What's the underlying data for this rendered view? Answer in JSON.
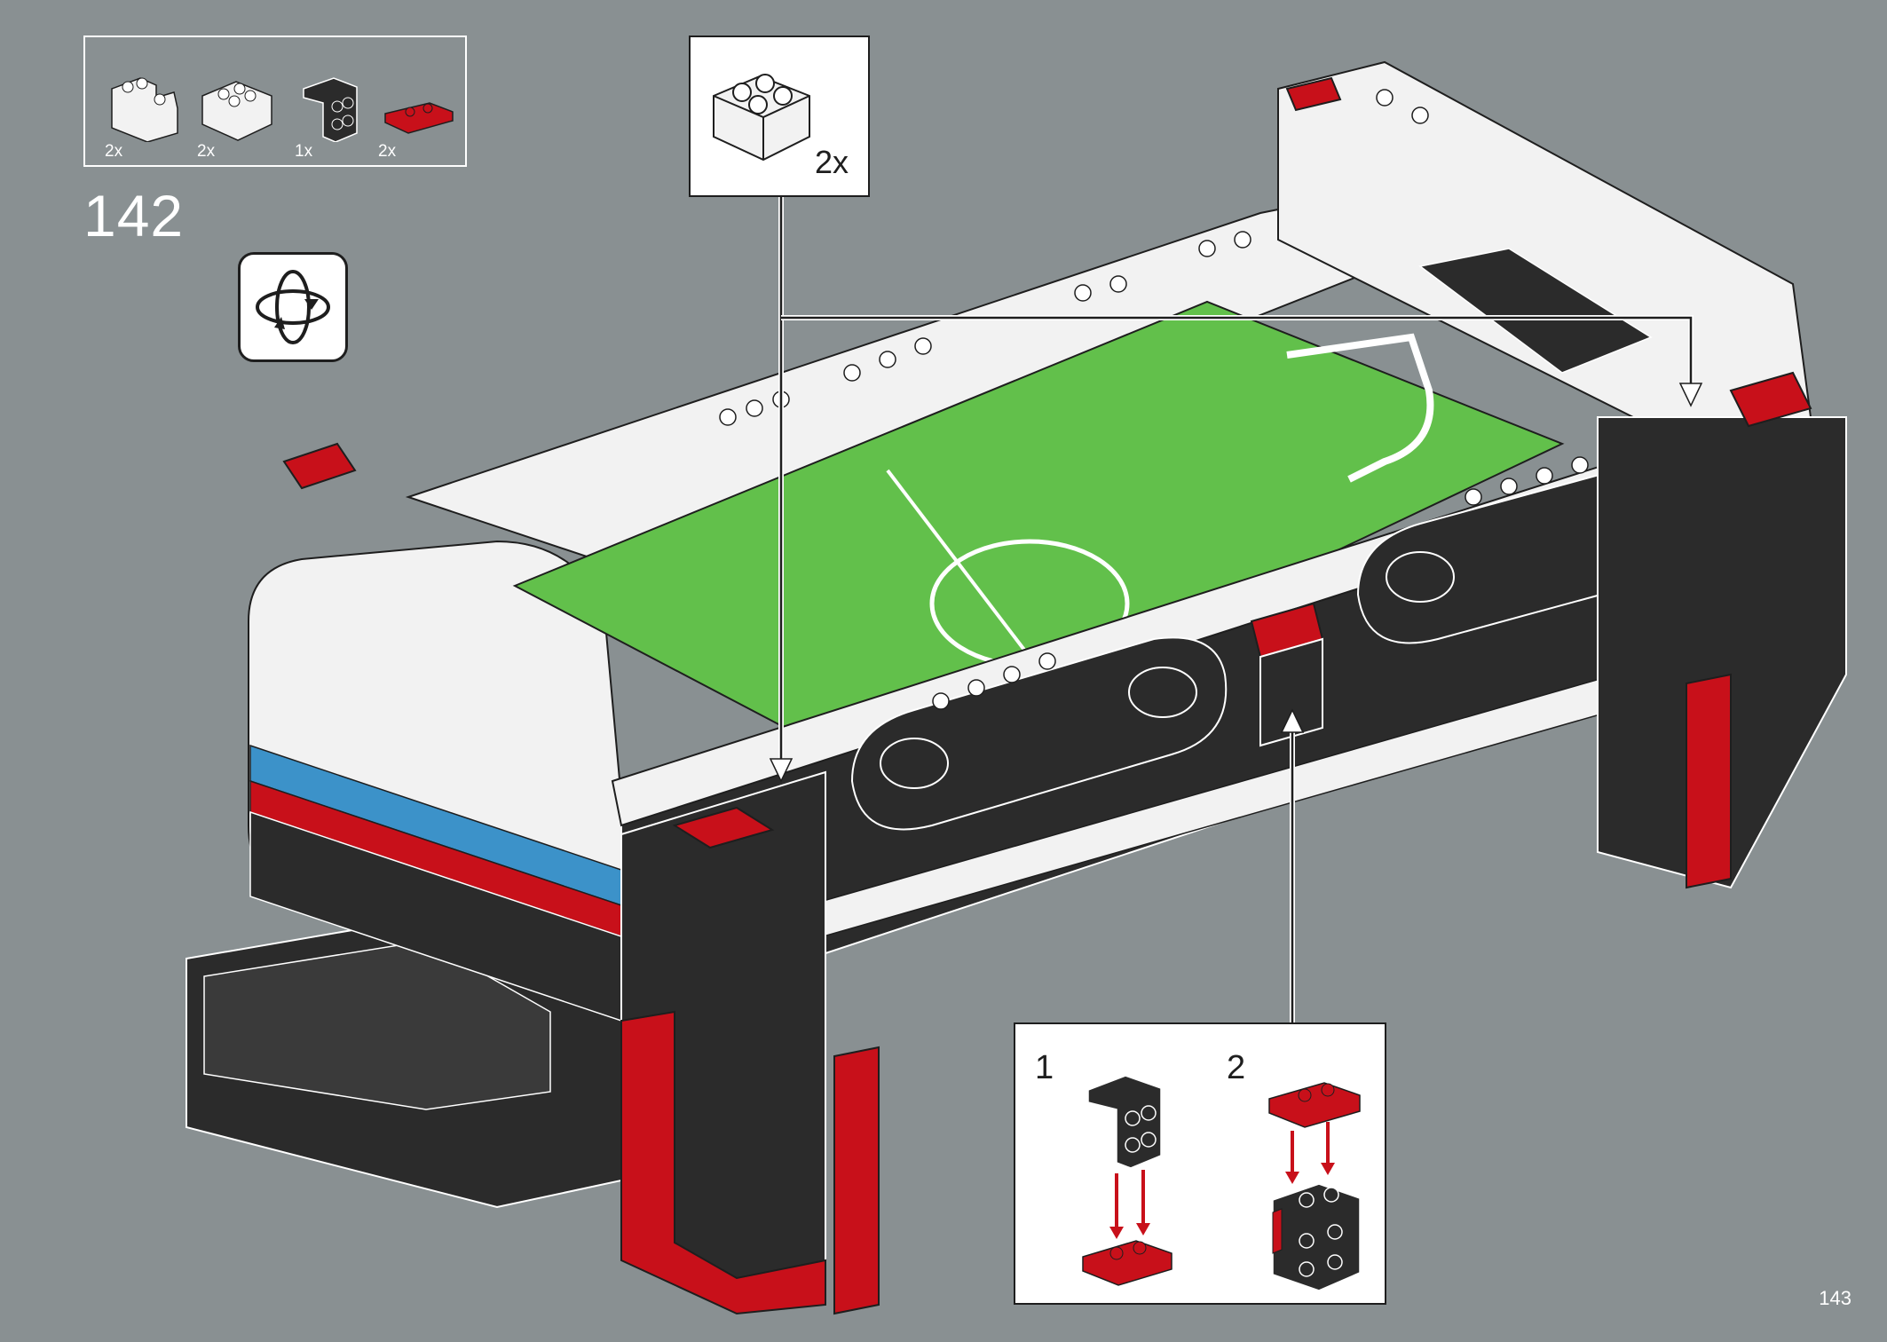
{
  "parts_list": [
    {
      "icon": "white-corner-brick-icon",
      "quantity": "2x"
    },
    {
      "icon": "white-brick-2x2-icon",
      "quantity": "2x"
    },
    {
      "icon": "black-bracket-icon",
      "quantity": "1x"
    },
    {
      "icon": "red-plate-1x2-icon",
      "quantity": "2x"
    }
  ],
  "step_number": "142",
  "rotate_icon": "rotate-model-icon",
  "callout_top": {
    "icon": "white-brick-2x2-icon",
    "quantity": "2x"
  },
  "sub_assembly": {
    "steps": [
      {
        "number": "1",
        "icon": "black-bracket-onto-red-plate-icon"
      },
      {
        "number": "2",
        "icon": "red-plate-onto-bracket-icon"
      }
    ]
  },
  "page_number": "143",
  "colors": {
    "background": "#899092",
    "black_brick": "#2b2b2b",
    "white_brick": "#f2f2f2",
    "red_brick": "#c8101a",
    "pitch_green": "#62c04b",
    "blue_trim": "#3c92c9",
    "arrow_red": "#c8101a"
  }
}
